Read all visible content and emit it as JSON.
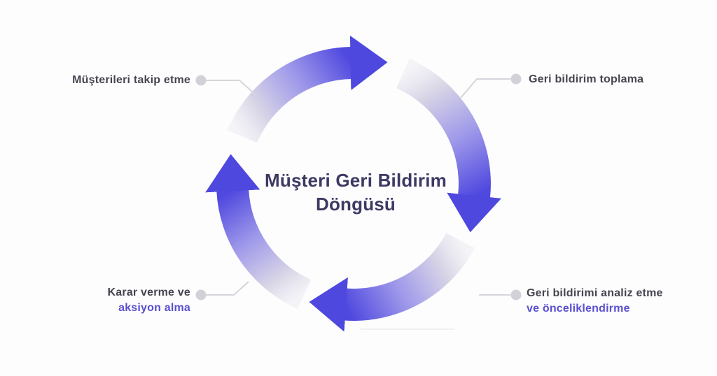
{
  "title": {
    "line1": "Müşteri Geri Bildirim",
    "line2": "Döngüsü"
  },
  "labels": {
    "top_left": {
      "text": "Müşterileri takip etme"
    },
    "top_right": {
      "text": "Geri bildirim toplama"
    },
    "bottom_right": {
      "line1": "Geri bildirimi analiz etme",
      "line2": "ve önceliklendirme"
    },
    "bottom_left": {
      "line1": "Karar verme ve",
      "line2": "aksiyon alma"
    }
  },
  "diagram": {
    "type": "cycle",
    "direction": "clockwise",
    "arrow_count": 4
  },
  "colors": {
    "background": "#fdfdfd",
    "arrow_strong": "#5049df",
    "arrow_mid": "#9d97ea",
    "arrow_faded": "#e9e7ef",
    "title_text": "#3c3963",
    "label_text": "#474450",
    "label_accent": "#5a50cf",
    "connector": "#d6d5dc",
    "connector_dot": "#d2d1d8"
  }
}
